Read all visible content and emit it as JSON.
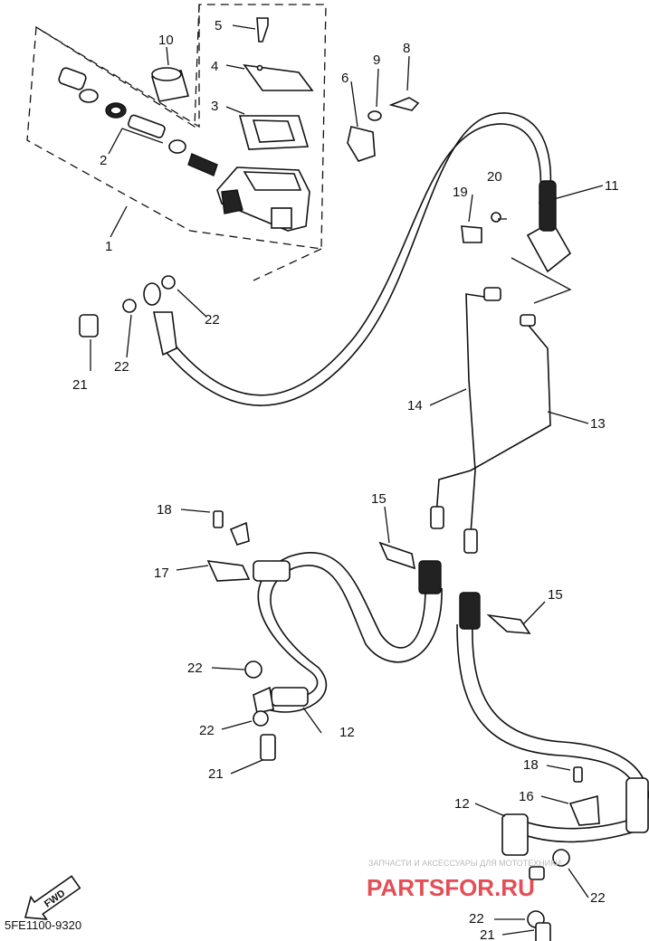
{
  "callouts": [
    "1",
    "2",
    "3",
    "4",
    "5",
    "6",
    "8",
    "9",
    "10",
    "11",
    "12",
    "12",
    "13",
    "14",
    "15",
    "15",
    "16",
    "17",
    "18",
    "18",
    "19",
    "20",
    "21",
    "21",
    "21",
    "22",
    "22",
    "22",
    "22",
    "22",
    "22"
  ],
  "fwd_label": "FWD",
  "diagram_code": "5FE1100-9320",
  "watermark": {
    "tagline": "ЗАПЧАСТИ И АКСЕССУАРЫ ДЛЯ МОТОТЕХНИКИ",
    "brand": "PARTSFOR.RU",
    "brand_color": "#e0303a"
  }
}
